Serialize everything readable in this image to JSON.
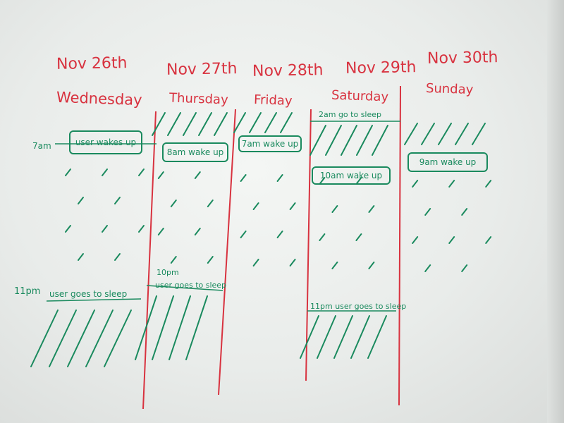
{
  "days": [
    {
      "date": "Nov 26th",
      "weekday": "Wednesday"
    },
    {
      "date": "Nov 27th",
      "weekday": "Thursday"
    },
    {
      "date": "Nov 28th",
      "weekday": "Friday"
    },
    {
      "date": "Nov 29th",
      "weekday": "Saturday"
    },
    {
      "date": "Nov 30th",
      "weekday": "Sunday"
    }
  ],
  "events": {
    "wed_wake": "user wakes up",
    "wed_sleep": "user goes to sleep",
    "thu_wake": "8am wake up",
    "thu_sleep": "user goes to sleep",
    "fri_wake": "7am wake up",
    "sat_sleep_early": "2am go to sleep",
    "sat_wake": "10am wake up",
    "sat_sleep": "11pm user goes to sleep",
    "sun_wake": "9am wake up"
  },
  "times": {
    "wed_wake_time": "7am",
    "wed_sleep_time": "11pm",
    "thu_sleep_time": "10pm"
  },
  "colors": {
    "red_marker": "#d8323f",
    "green_marker": "#1a8a5e",
    "board": "#eceeec"
  }
}
